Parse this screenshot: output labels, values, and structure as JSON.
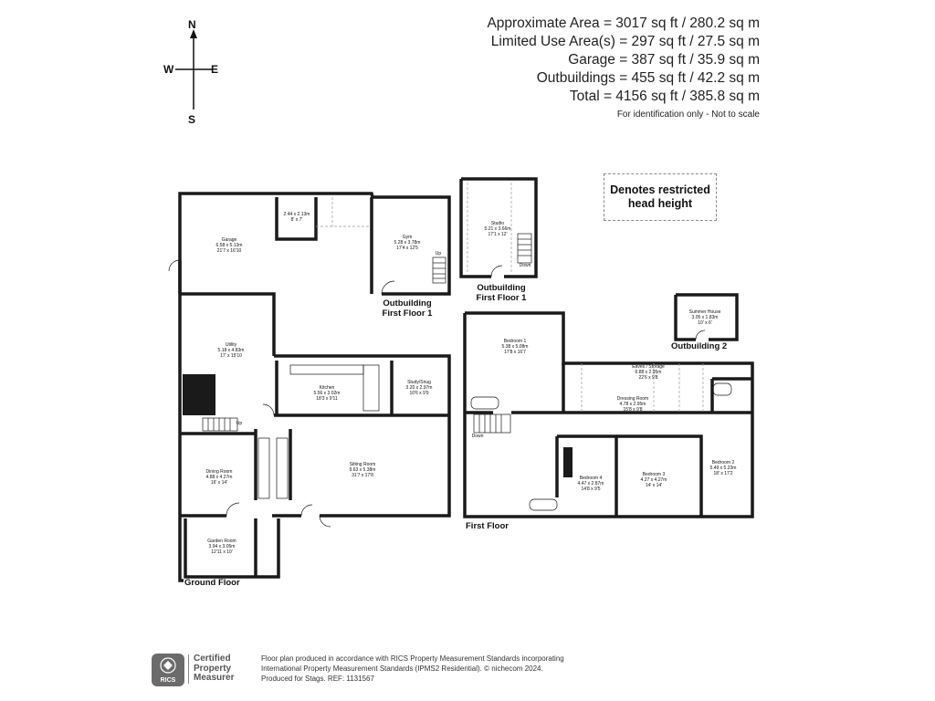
{
  "areas": {
    "approximate": "Approximate Area = 3017 sq ft / 280.2 sq m",
    "limited_use": "Limited Use Area(s) = 297 sq ft / 27.5 sq m",
    "garage": "Garage = 387 sq ft / 35.9 sq m",
    "outbuildings": "Outbuildings = 455 sq ft / 42.2 sq m",
    "total": "Total = 4156 sq ft / 385.8 sq m",
    "note": "For identification only - Not to scale"
  },
  "compass": {
    "n": "N",
    "s": "S",
    "e": "E",
    "w": "W"
  },
  "legend": {
    "restricted_line1": "Denotes restricted",
    "restricted_line2": "head height"
  },
  "floors": {
    "ground": "Ground Floor",
    "first": "First Floor",
    "outbuilding_first_a_line1": "Outbuilding",
    "outbuilding_first_a_line2": "First Floor 1",
    "outbuilding_first_b_line1": "Outbuilding",
    "outbuilding_first_b_line2": "First Floor 1",
    "outbuilding_2": "Outbuilding 2"
  },
  "rooms": {
    "garage": {
      "name": "Garage",
      "m": "6.58 x 5.13m",
      "ft": "21'7 x 16'10"
    },
    "store": {
      "m": "2.44 x 2.13m",
      "ft": "8' x 7'"
    },
    "gym": {
      "name": "Gym",
      "m": "5.28 x 3.78m",
      "ft": "17'4 x 12'5"
    },
    "studio": {
      "name": "Studio",
      "m": "5.21 x 3.66m",
      "ft": "17'1 x 12'"
    },
    "utility": {
      "name": "Utility",
      "m": "5.18 x 4.83m",
      "ft": "17' x 15'10"
    },
    "kitchen": {
      "name": "Kitchen",
      "m": "5.56 x 3.02m",
      "ft": "18'3 x 9'11"
    },
    "study": {
      "name": "Study/Snug",
      "m": "3.20 x 2.97m",
      "ft": "10'6 x 9'9"
    },
    "dining": {
      "name": "Dining Room",
      "m": "4.88 x 4.27m",
      "ft": "16' x 14'"
    },
    "sitting": {
      "name": "Sitting Room",
      "m": "9.63 x 5.38m",
      "ft": "31'7 x 17'8"
    },
    "garden": {
      "name": "Garden Room",
      "m": "3.94 x 3.05m",
      "ft": "12'11 x 10'"
    },
    "bedroom1": {
      "name": "Bedroom 1",
      "m": "5.38 x 5.08m",
      "ft": "17'8 x 16'7"
    },
    "eaves": {
      "name": "Eaves / Storage",
      "m": "6.88 x 2.95m",
      "ft": "22'6 x 9'8"
    },
    "dressing": {
      "name": "Dressing Room",
      "m": "4.78 x 2.95m",
      "ft": "15'8 x 9'8"
    },
    "summer": {
      "name": "Summer House",
      "m": "3.05 x 1.83m",
      "ft": "10' x 6'"
    },
    "bedroom4": {
      "name": "Bedroom 4",
      "m": "4.47 x 2.87m",
      "ft": "14'8 x 9'5"
    },
    "bedroom3": {
      "name": "Bedroom 3",
      "m": "4.27 x 4.27m",
      "ft": "14' x 14'"
    },
    "bedroom2": {
      "name": "Bedroom 2",
      "m": "5.49 x 5.23m",
      "ft": "18' x 17'2"
    }
  },
  "stair_labels": {
    "gym_up": "Up",
    "studio_down": "Down",
    "ground_up": "Up",
    "first_down": "Down"
  },
  "footer": {
    "line1": "Floor plan produced in accordance with RICS Property Measurement Standards incorporating",
    "line2": "International Property Measurement Standards (IPMS2 Residential).  © nichecom 2024.",
    "line3": "Produced for Stags.   REF:  1131567",
    "rics": "RICS",
    "cert_line1": "Certified",
    "cert_line2": "Property",
    "cert_line3": "Measurer"
  }
}
